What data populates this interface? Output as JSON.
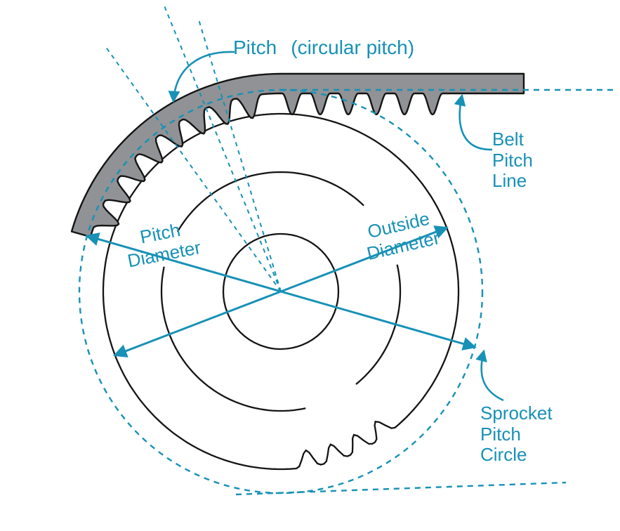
{
  "diagram": {
    "type": "timing-belt-and-sprocket-pitch-diagram",
    "labels": {
      "pitch_word": "Pitch",
      "pitch_paren": "(circular pitch)",
      "belt_pitch_line": {
        "l1": "Belt",
        "l2": "Pitch",
        "l3": "Line"
      },
      "pitch_diameter": {
        "l1": "Pitch",
        "l2": "Diameter"
      },
      "outside_diameter": {
        "l1": "Outside",
        "l2": "Diameter"
      },
      "sprocket_pitch_circle": {
        "l1": "Sprocket",
        "l2": "Pitch",
        "l3": "Circle"
      }
    },
    "colors": {
      "accent_teal": "#1791b6",
      "belt_gray": "#909295",
      "outline_black": "#141414",
      "background": "#ffffff"
    }
  }
}
